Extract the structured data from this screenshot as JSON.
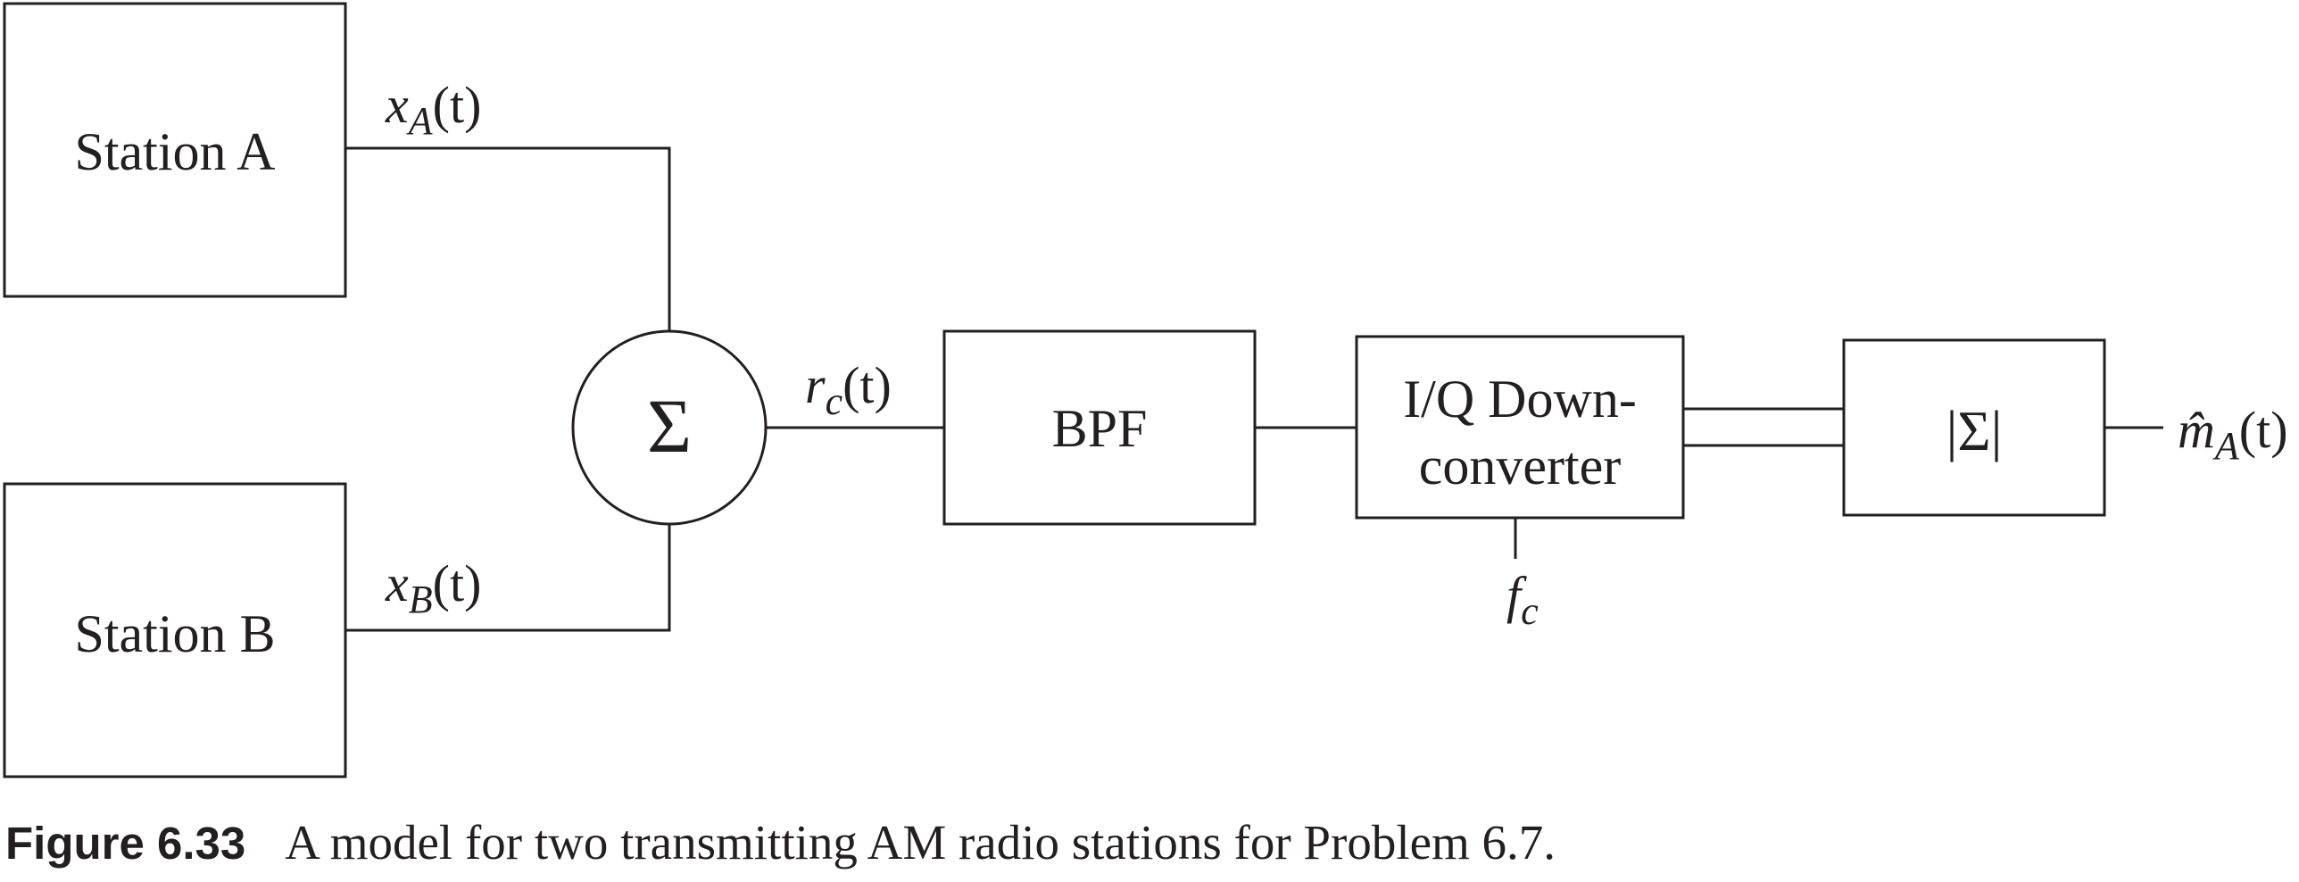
{
  "blocks": {
    "station_a": "Station A",
    "station_b": "Station B",
    "summer": "Σ",
    "bpf": "BPF",
    "iq_line1": "I/Q Down-",
    "iq_line2": "converter",
    "abs_sum": "|Σ|"
  },
  "signals": {
    "xa_base": "x",
    "xa_sub": "A",
    "xa_arg": "(t)",
    "xb_base": "x",
    "xb_sub": "B",
    "xb_arg": "(t)",
    "rc_base": "r",
    "rc_sub": "c",
    "rc_arg": "(t)",
    "fc_base": "f",
    "fc_sub": "c",
    "ma_base": "m̂",
    "ma_sub": "A",
    "ma_arg": "(t)"
  },
  "caption": {
    "number": "Figure 6.33",
    "text": "A model for two transmitting AM radio stations for Problem 6.7."
  }
}
